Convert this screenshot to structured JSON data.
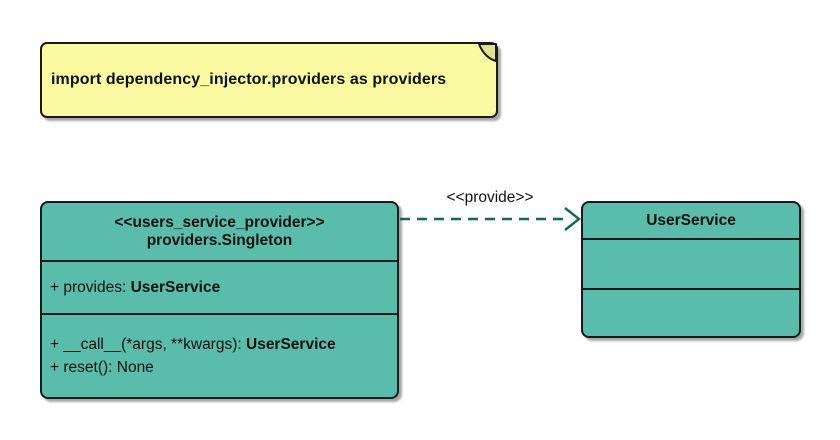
{
  "note": {
    "text": "import dependency_injector.providers as providers"
  },
  "provider_class": {
    "stereotype": "<<users_service_provider>>",
    "name": "providers.Singleton",
    "attribute_prefix": "+ provides: ",
    "attribute_type": "UserService",
    "method1_prefix": "+ __call__(*args, **kwargs): ",
    "method1_type": "UserService",
    "method2": "+ reset(): None"
  },
  "service_class": {
    "name": "UserService"
  },
  "edge": {
    "label": "<<provide>>"
  },
  "colors": {
    "class_fill": "#5ABCAA",
    "note_fill": "#FAFAA2",
    "border": "#1A1A1A",
    "arrow": "#0B6B58"
  }
}
